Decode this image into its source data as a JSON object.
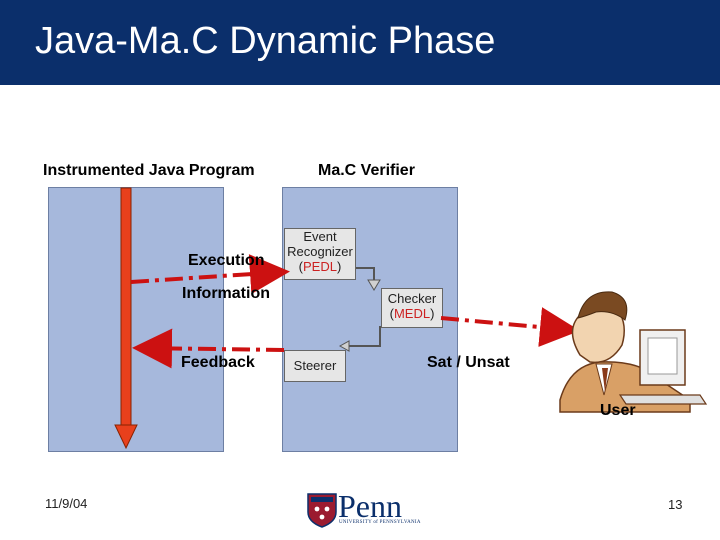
{
  "slide": {
    "title": "Java-Ma.C Dynamic Phase",
    "date": "11/9/04",
    "page_number": "13"
  },
  "diagram": {
    "left_heading": "Instrumented Java Program",
    "right_heading": "Ma.C Verifier",
    "execution_label": "Execution",
    "information_label": "Information",
    "feedback_label": "Feedback",
    "event_recognizer": {
      "line1": "Event",
      "line2": "Recognizer",
      "open": "(",
      "lang": "PEDL",
      "close": ")"
    },
    "checker": {
      "line1": "Checker",
      "open": "(",
      "lang": "MEDL",
      "close": ")"
    },
    "steerer_label": "Steerer",
    "result_label": "Sat / Unsat",
    "user_label": "User"
  },
  "logo": {
    "text": "Penn",
    "subtext": "UNIVERSITY of PENNSYLVANIA"
  },
  "colors": {
    "title_bar": "#0b2f6b",
    "panel": "#a6b8dc",
    "arrow_red": "#e8401c",
    "arrow_dash": "#cc1111",
    "pedl_red": "#cc2222"
  }
}
